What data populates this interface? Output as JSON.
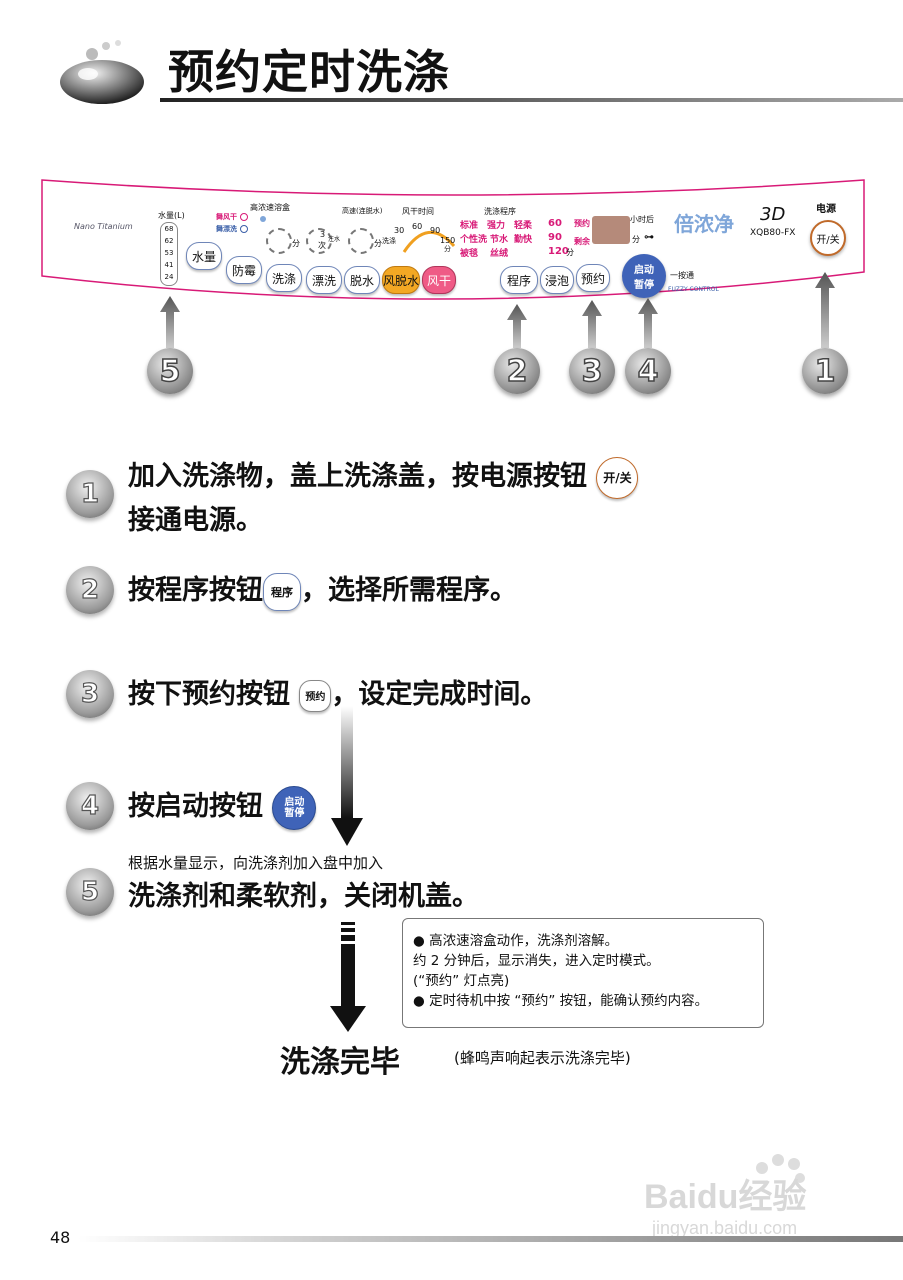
{
  "header": {
    "title": "预约定时洗涤"
  },
  "panel": {
    "brand_text": "Nano Titanium",
    "water_level_label": "水量(L)",
    "water_levels": [
      "68",
      "62",
      "53",
      "41",
      "24"
    ],
    "mode_indicators": [
      "舞风干",
      "舞漂洗"
    ],
    "detergent_box_label": "高浓速溶盒",
    "dial1_label": "分",
    "dial2_labels": [
      "3",
      "次",
      "注水"
    ],
    "dial3_label": "分",
    "spin_label": "高速(连脱水)",
    "air_dry_label": "风干时间",
    "air_dry_scale": [
      "30",
      "60",
      "90",
      "150",
      "分"
    ],
    "wash_short": "洗涤",
    "program_label": "洗涤程序",
    "programs": [
      "标准",
      "强力",
      "轻柔",
      "个性洗",
      "节水",
      "勤快",
      "被毯",
      "丝绒"
    ],
    "timer_values": [
      "60",
      "90",
      "120"
    ],
    "timer_unit": "分",
    "reserve_label": "预约",
    "remain_label": "剩余",
    "hours_label": "小时后",
    "minutes_label": "分",
    "product_name": "倍浓净",
    "model_logo": "3D",
    "model": "XQB80-FX",
    "one_touch": "一按通",
    "fuzzy": "FUZZY CONTROL",
    "power_label": "电源",
    "buttons": {
      "water": "水量",
      "mildew": "防霉",
      "wash": "洗涤",
      "rinse": "漂洗",
      "spin": "脱水",
      "spin_dry": "风脱水",
      "air_dry": "风干",
      "program": "程序",
      "soak": "浸泡",
      "reserve": "预约",
      "start_l1": "启动",
      "start_l2": "暂停",
      "power": "开/关"
    }
  },
  "callouts": [
    "5",
    "2",
    "3",
    "4",
    "1"
  ],
  "steps": [
    {
      "number": "1",
      "text_before": "加入洗涤物，盖上洗涤盖，按电源按钮",
      "button": "开/关",
      "text_line2": "接通电源。"
    },
    {
      "number": "2",
      "text_before": "按程序按钮",
      "button": "程序",
      "text_after": "，选择所需程序。"
    },
    {
      "number": "3",
      "text_before": "按下预约按钮",
      "button": "预约",
      "text_after": "，设定完成时间。"
    },
    {
      "number": "4",
      "text_before": "按启动按钮",
      "button_l1": "启动",
      "button_l2": "暂停"
    },
    {
      "number": "5",
      "small_text": "根据水量显示，向洗涤剂加入盘中加入",
      "text_before": "洗涤剂和柔软剂，关闭机盖。"
    }
  ],
  "note": {
    "lines": [
      "● 高浓速溶盒动作，洗涤剂溶解。",
      "   约 2 分钟后，显示消失，进入定时模式。",
      "   (“预约” 灯点亮)",
      "● 定时待机中按 “预约” 按钮，能确认预约内容。"
    ]
  },
  "finish": {
    "label": "洗涤完毕",
    "note": "(蜂鸣声响起表示洗涤完毕)"
  },
  "page_number": "48",
  "watermark": {
    "brand": "Baidu经验",
    "url": "jingyan.baidu.com"
  }
}
